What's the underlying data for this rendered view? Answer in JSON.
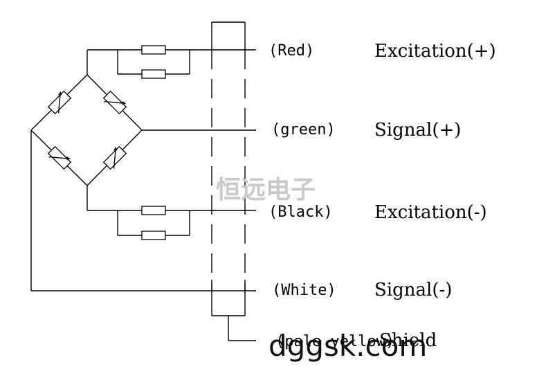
{
  "wires": [
    {
      "color_label": "(Red)",
      "signal_label": "Excitation(+)"
    },
    {
      "color_label": "(green)",
      "signal_label": "Signal(+)"
    },
    {
      "color_label": "(Black)",
      "signal_label": "Excitation(-)"
    },
    {
      "color_label": "(White)",
      "signal_label": "Signal(-)"
    },
    {
      "color_label": "(pale yellow)",
      "signal_label": "Shield"
    }
  ],
  "watermark": {
    "chinese": "恒远电子",
    "url": "dggsk.com"
  }
}
